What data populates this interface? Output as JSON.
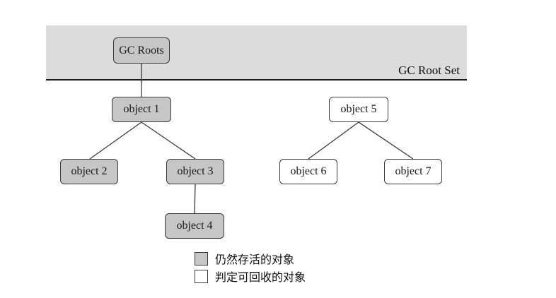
{
  "band": {
    "label": "GC Root Set"
  },
  "nodes": {
    "gc_roots": {
      "label": "GC Roots",
      "type": "alive"
    },
    "object1": {
      "label": "object 1",
      "type": "alive"
    },
    "object2": {
      "label": "object 2",
      "type": "alive"
    },
    "object3": {
      "label": "object 3",
      "type": "alive"
    },
    "object4": {
      "label": "object 4",
      "type": "alive"
    },
    "object5": {
      "label": "object 5",
      "type": "recyclable"
    },
    "object6": {
      "label": "object 6",
      "type": "recyclable"
    },
    "object7": {
      "label": "object 7",
      "type": "recyclable"
    }
  },
  "edges": [
    {
      "from": "gc_roots",
      "to": "object1"
    },
    {
      "from": "object1",
      "to": "object2"
    },
    {
      "from": "object1",
      "to": "object3"
    },
    {
      "from": "object3",
      "to": "object4"
    },
    {
      "from": "object5",
      "to": "object6"
    },
    {
      "from": "object5",
      "to": "object7"
    }
  ],
  "legend": {
    "alive": {
      "label": "仍然存活的对象",
      "color": "#c6c6c6"
    },
    "recyclable": {
      "label": "判定可回收的对象",
      "color": "#ffffff"
    }
  },
  "colors": {
    "band_background": "#dcdcdc",
    "alive_fill": "#c6c6c6",
    "recyclable_fill": "#ffffff",
    "stroke": "#3a3a3a",
    "root_line": "#1a1a1a"
  }
}
